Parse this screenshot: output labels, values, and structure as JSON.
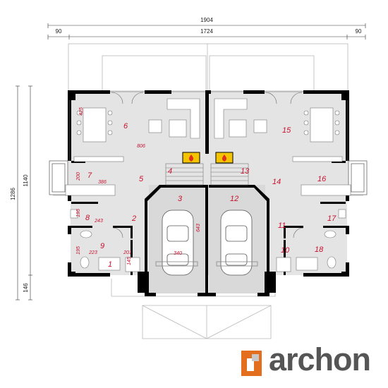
{
  "dimensions": {
    "overall_width": "1904",
    "left_offset": "90",
    "inner_width": "1724",
    "right_offset": "90",
    "overall_depth": "1286",
    "main_depth": "1140",
    "front_depth": "146"
  },
  "rooms": {
    "r1": "1",
    "r2": "2",
    "r3": "3",
    "r4": "4",
    "r5": "5",
    "r6": "6",
    "r7": "7",
    "r8": "8",
    "r9": "9",
    "r10": "10",
    "r11": "11",
    "r12": "12",
    "r13": "13",
    "r14": "14",
    "r15": "15",
    "r16": "16",
    "r17": "17",
    "r18": "18"
  },
  "room_dims": {
    "d425": "425",
    "d806": "806",
    "d200": "200",
    "d386": "386",
    "d195a": "195",
    "d243": "243",
    "d195b": "195",
    "d223": "223",
    "d201": "201",
    "d145": "145",
    "d340": "340",
    "d643": "643"
  },
  "brand": {
    "name": "archon",
    "logo_color": "#e36f1e",
    "text_color": "#555555"
  },
  "colors": {
    "accent": "#c8102e",
    "fireplace": "#f5c400",
    "wall": "#000000",
    "floor": "#e4e4e4"
  }
}
